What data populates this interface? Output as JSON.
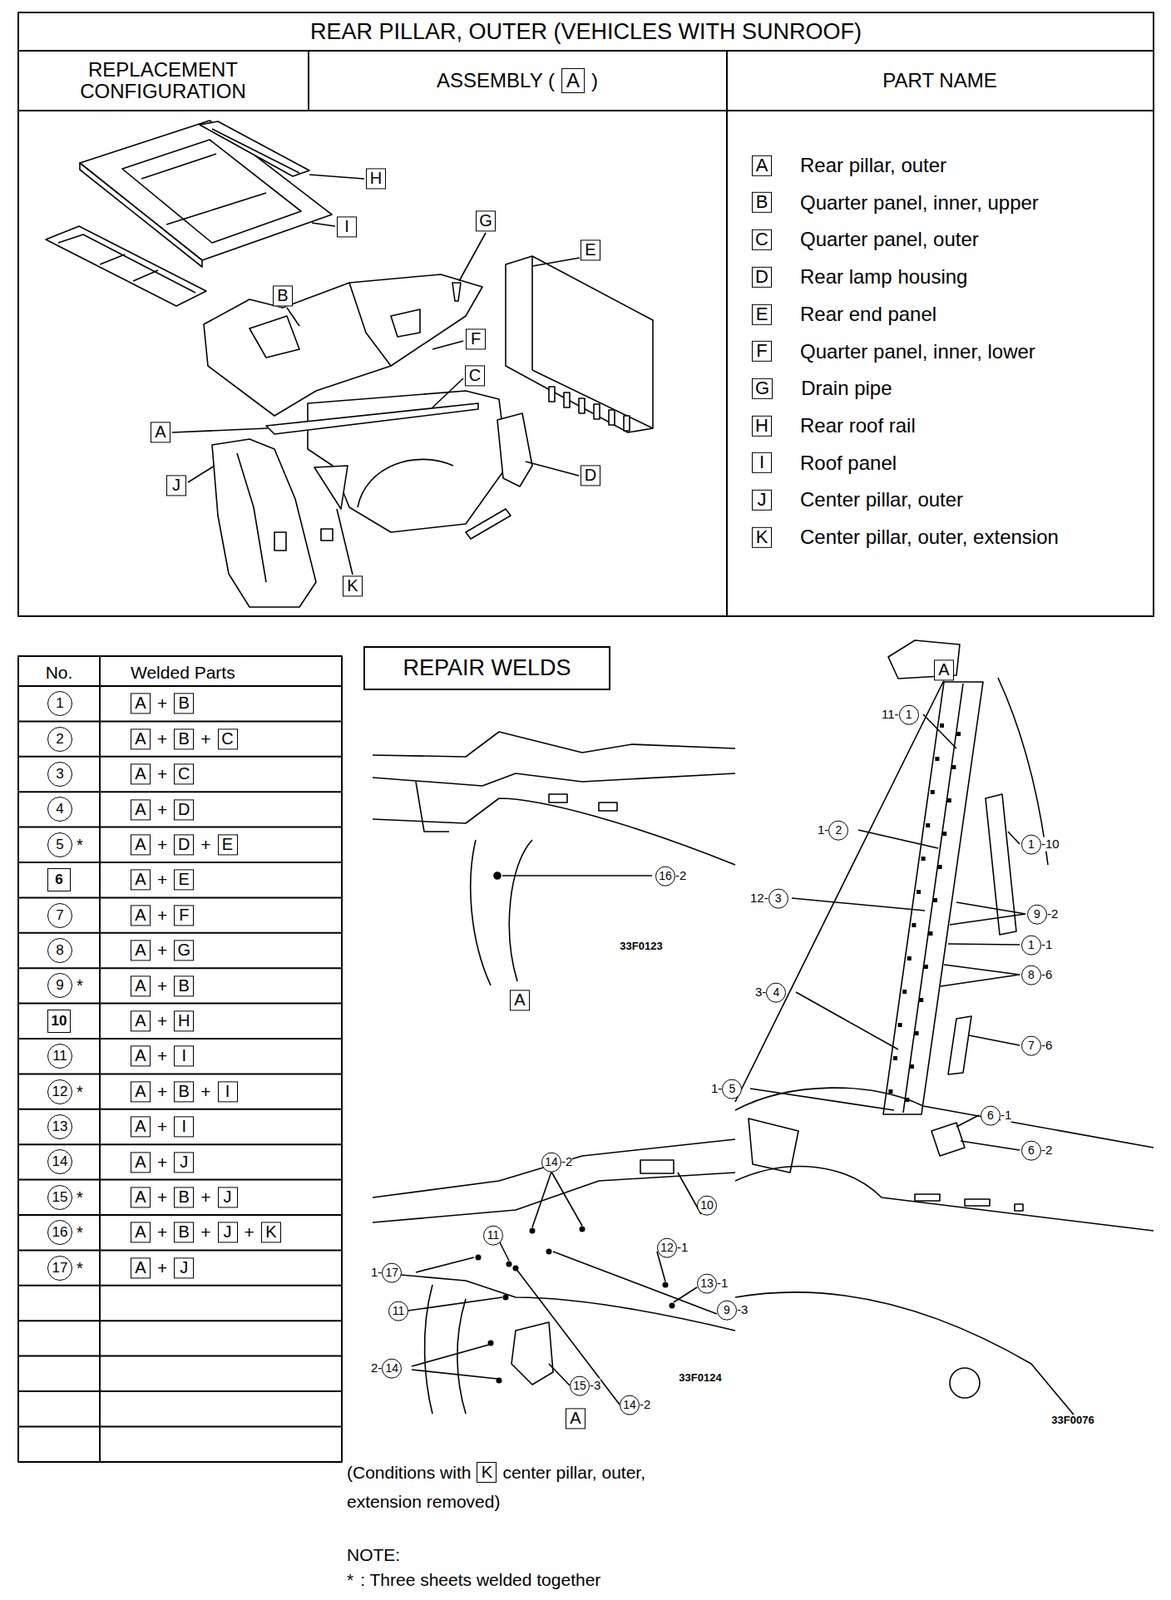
{
  "diagram": {
    "title": "REAR PILLAR, OUTER (VEHICLES WITH SUNROOF)",
    "nodes": [
      {
        "text": [
          "REPAIR WELDS"
        ]
      }
    ],
    "labels": [
      "REPLACEMENT CONFIGURATION",
      "ASSEMBLY (",
      "A",
      ")",
      "PART NAME",
      "H",
      "I",
      "G",
      "E",
      "B",
      "F",
      "C",
      "A",
      "J",
      "D",
      "K",
      "A",
      "Rear pillar, outer",
      "B",
      "Quarter panel, inner, upper",
      "C",
      "Quarter panel, outer",
      "D",
      "Rear lamp housing",
      "E",
      "Rear end panel",
      "F",
      "Quarter panel, inner, lower",
      "G",
      "Drain pipe",
      "H",
      "Rear roof rail",
      "I",
      "Roof panel",
      "J",
      "Center pillar, outer",
      "K",
      "Center pillar, outer, extension",
      "No.",
      "Welded Parts",
      "1",
      "A",
      "+",
      "B",
      "2",
      "A",
      "+",
      "B",
      "+",
      "C",
      "3",
      "A",
      "+",
      "C",
      "4",
      "A",
      "+",
      "D",
      "5",
      "*",
      "A",
      "+",
      "D",
      "+",
      "E",
      "6",
      "A",
      "+",
      "E",
      "7",
      "A",
      "+",
      "F",
      "8",
      "A",
      "+",
      "G",
      "9",
      "*",
      "A",
      "+",
      "B",
      "10",
      "A",
      "+",
      "H",
      "11",
      "A",
      "+",
      "I",
      "12",
      "*",
      "A",
      "+",
      "B",
      "+",
      "I",
      "13",
      "A",
      "+",
      "I",
      "14",
      "A",
      "+",
      "J",
      "15",
      "*",
      "A",
      "+",
      "B",
      "+",
      "J",
      "16",
      "*",
      "A",
      "+",
      "B",
      "+",
      "J",
      "+",
      "K",
      "17",
      "*",
      "A",
      "+",
      "J",
      "16",
      "-2",
      "33F0123",
      "A",
      "14",
      "-2",
      "10",
      "11",
      "12",
      "-1",
      "1-",
      "17",
      "11",
      "13",
      "-1",
      "9",
      "-3",
      "2-",
      "14",
      "15",
      "-3",
      "14",
      "-2",
      "33F0124",
      "A",
      "A",
      "11-",
      "1",
      "1",
      "-10",
      "1-",
      "2",
      "9",
      "-2",
      "12-",
      "3",
      "1",
      "-1",
      "8",
      "-6",
      "3-",
      "4",
      "7",
      "-6",
      "1-",
      "5",
      "6",
      "-1",
      "6",
      "-2",
      "33F0076",
      "(Conditions with",
      "K",
      "center pillar, outer, extension removed)",
      "NOTE:",
      "*",
      ": Three sheets welded together"
    ]
  }
}
